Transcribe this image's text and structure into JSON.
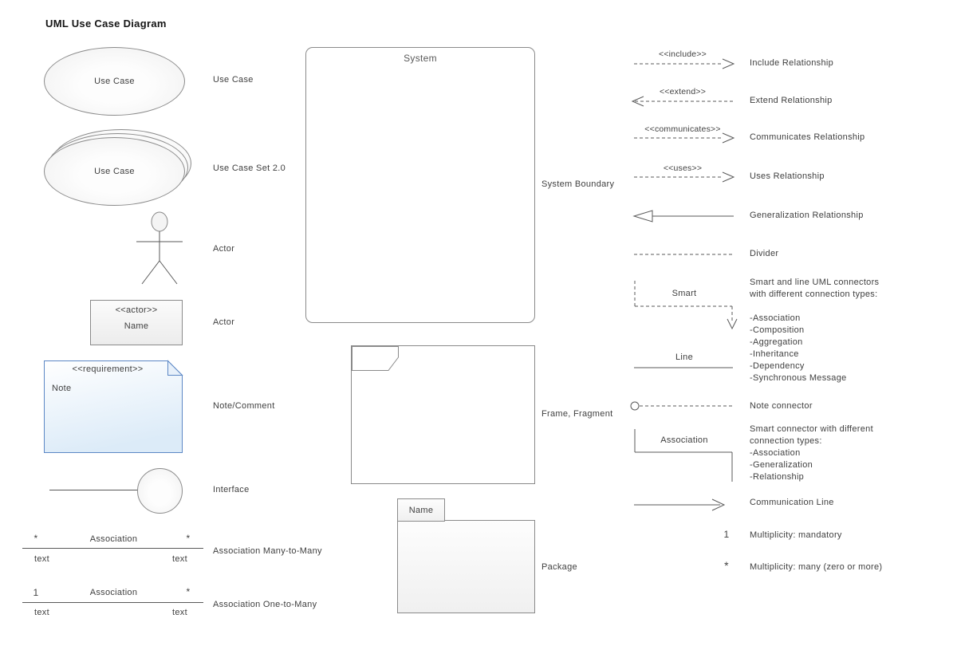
{
  "title": "UML Use Case Diagram",
  "colors": {
    "shape_stroke": "#8a8a8a",
    "connector_stroke": "#595959",
    "text": "#404040",
    "note_border": "#5b87c5"
  },
  "left": {
    "use_case": {
      "text": "Use Case",
      "label": "Use Case"
    },
    "use_case_set": {
      "text": "Use Case",
      "label": "Use Case Set 2.0"
    },
    "actor_figure": {
      "label": "Actor"
    },
    "actor_box": {
      "stereotype": "<<actor>>",
      "name": "Name",
      "label": "Actor"
    },
    "note": {
      "stereotype": "<<requirement>>",
      "text": "Note",
      "label": "Note/Comment"
    },
    "interface": {
      "label": "Interface"
    },
    "assoc_many": {
      "left_mult": "*",
      "line_label": "Association",
      "right_mult": "*",
      "left_role": "text",
      "right_role": "text",
      "label": "Association Many-to-Many"
    },
    "assoc_one": {
      "left_mult": "1",
      "line_label": "Association",
      "right_mult": "*",
      "left_role": "text",
      "right_role": "text",
      "label": "Association One-to-Many"
    }
  },
  "middle": {
    "system": {
      "title": "System",
      "label": "System Boundary"
    },
    "frame": {
      "label": "Frame, Fragment"
    },
    "package": {
      "tab": "Name",
      "label": "Package"
    }
  },
  "right": {
    "include": {
      "stereotype": "<<include>>",
      "label": "Include Relationship"
    },
    "extend": {
      "stereotype": "<<extend>>",
      "label": "Extend Relationship"
    },
    "communicates": {
      "stereotype": "<<communicates>>",
      "label": "Communicates Relationship"
    },
    "uses": {
      "stereotype": "<<uses>>",
      "label": "Uses Relationship"
    },
    "generalization": {
      "label": "Generalization Relationship"
    },
    "divider": {
      "label": "Divider"
    },
    "smart": {
      "connector_label": "Smart",
      "desc_line1": "Smart and line UML connectors",
      "desc_line2": "with different connection types:"
    },
    "connection_types": [
      "-Association",
      "-Composition",
      "-Aggregation",
      "-Inheritance",
      "-Dependency",
      "-Synchronous Message"
    ],
    "line": {
      "connector_label": "Line"
    },
    "note_connector": {
      "label": "Note connector"
    },
    "smart2": {
      "connector_label": "Association",
      "desc_line1": "Smart connector with different",
      "desc_line2": "connection types:",
      "types": [
        "-Association",
        "-Generalization",
        "-Relationship"
      ]
    },
    "communication_line": {
      "label": "Communication Line"
    },
    "mult_mandatory": {
      "symbol": "1",
      "label": "Multiplicity: mandatory"
    },
    "mult_many": {
      "symbol": "*",
      "label": "Multiplicity: many (zero or more)"
    }
  }
}
